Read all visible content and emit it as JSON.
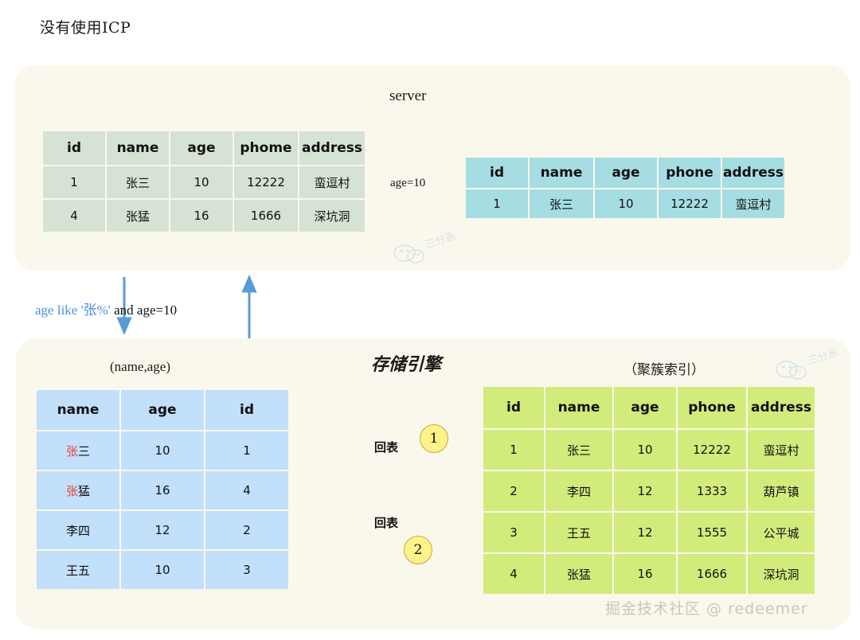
{
  "title": "没有使用ICP",
  "colors": {
    "panel_bg": "#faf8ec",
    "server_table": "#d6e2d3",
    "result_table": "#a6dde3",
    "index_table": "#c2dffb",
    "clustered_table": "#d2ec7c",
    "arrow": "#5b9bd5",
    "highlight": "#e8443a",
    "step_circle": "#fdf38a"
  },
  "server_panel": {
    "label": "server",
    "source_table": {
      "name": "server-source-table",
      "headers": [
        "id",
        "name",
        "age",
        "phome",
        "address"
      ],
      "rows": [
        [
          "1",
          "张三",
          "10",
          "12222",
          "蛮逗村"
        ],
        [
          "4",
          "张猛",
          "16",
          "1666",
          "深坑洞"
        ]
      ]
    },
    "arrow_label": "age=10",
    "result_table": {
      "name": "server-result-table",
      "headers": [
        "id",
        "name",
        "age",
        "phone",
        "address"
      ],
      "rows": [
        [
          "1",
          "张三",
          "10",
          "12222",
          "蛮逗村"
        ]
      ]
    }
  },
  "condition": {
    "blue_part": "age like '张%'",
    "black_part": " and age=10"
  },
  "engine_panel": {
    "label": "存储引擎",
    "index_caption": "(name,age)",
    "clustered_caption": "（聚簇索引）",
    "index_table": {
      "name": "secondary-index-table",
      "headers": [
        "name",
        "age",
        "id"
      ],
      "rows": [
        {
          "name_red": "张",
          "name_rest": "三",
          "age": "10",
          "id": "1",
          "id_red": true
        },
        {
          "name_red": "张",
          "name_rest": "猛",
          "age": "16",
          "id": "4",
          "id_red": true
        },
        {
          "name_red": "",
          "name_rest": "李四",
          "age": "12",
          "id": "2",
          "id_red": false
        },
        {
          "name_red": "",
          "name_rest": "王五",
          "age": "10",
          "id": "3",
          "id_red": false
        }
      ]
    },
    "clustered_table": {
      "name": "clustered-index-table",
      "headers": [
        "id",
        "name",
        "age",
        "phone",
        "address"
      ],
      "rows": [
        {
          "id": "1",
          "id_red": true,
          "cells": [
            "张三",
            "10",
            "12222",
            "蛮逗村"
          ]
        },
        {
          "id": "2",
          "id_red": false,
          "cells": [
            "李四",
            "12",
            "1333",
            "葫芦镇"
          ]
        },
        {
          "id": "3",
          "id_red": false,
          "cells": [
            "王五",
            "12",
            "1555",
            "公平城"
          ]
        },
        {
          "id": "4",
          "id_red": true,
          "cells": [
            "张猛",
            "16",
            "1666",
            "深坑洞"
          ]
        }
      ]
    },
    "lookup_label_1": "回表",
    "lookup_label_2": "回表",
    "step_1": "1",
    "step_2": "2"
  },
  "watermarks": {
    "wechat_text": "三分恶",
    "footer": "掘金技术社区 @ redeemer"
  }
}
